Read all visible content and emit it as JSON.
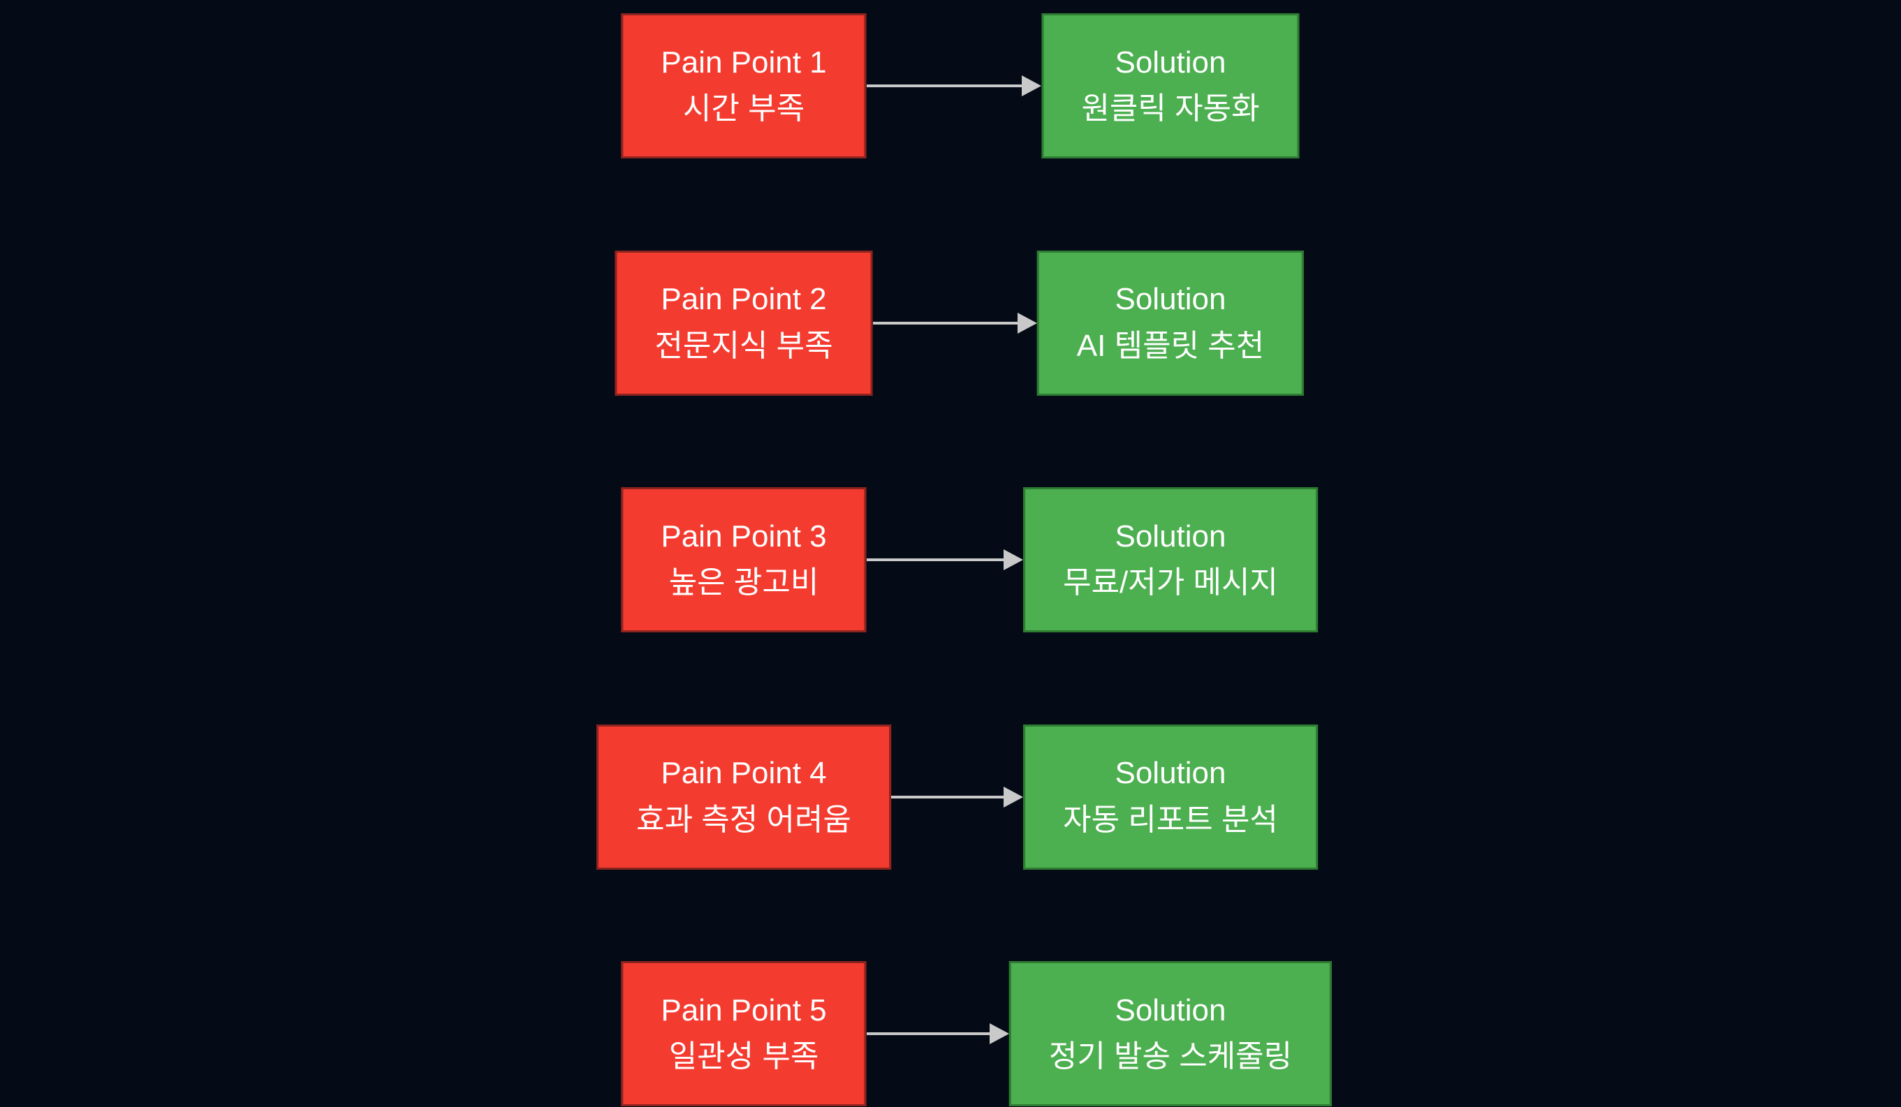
{
  "canvas": {
    "background": "#040b16"
  },
  "colors": {
    "pain_fill": "#f43b30",
    "pain_border": "#8e241f",
    "solution_fill": "#4caf50",
    "solution_border": "#2e7d32",
    "arrow": "#c9c9c9",
    "text": "#ffffff"
  },
  "diagram": {
    "rows": [
      {
        "pain_title": "Pain Point 1",
        "pain_subtitle": "시간 부족",
        "solution_title": "Solution",
        "solution_subtitle": "원클릭 자동화"
      },
      {
        "pain_title": "Pain Point 2",
        "pain_subtitle": "전문지식 부족",
        "solution_title": "Solution",
        "solution_subtitle": "AI 템플릿 추천"
      },
      {
        "pain_title": "Pain Point 3",
        "pain_subtitle": "높은 광고비",
        "solution_title": "Solution",
        "solution_subtitle": "무료/저가 메시지"
      },
      {
        "pain_title": "Pain Point 4",
        "pain_subtitle": "효과 측정 어려움",
        "solution_title": "Solution",
        "solution_subtitle": "자동 리포트 분석"
      },
      {
        "pain_title": "Pain Point 5",
        "pain_subtitle": "일관성 부족",
        "solution_title": "Solution",
        "solution_subtitle": "정기 발송 스케줄링"
      }
    ]
  }
}
